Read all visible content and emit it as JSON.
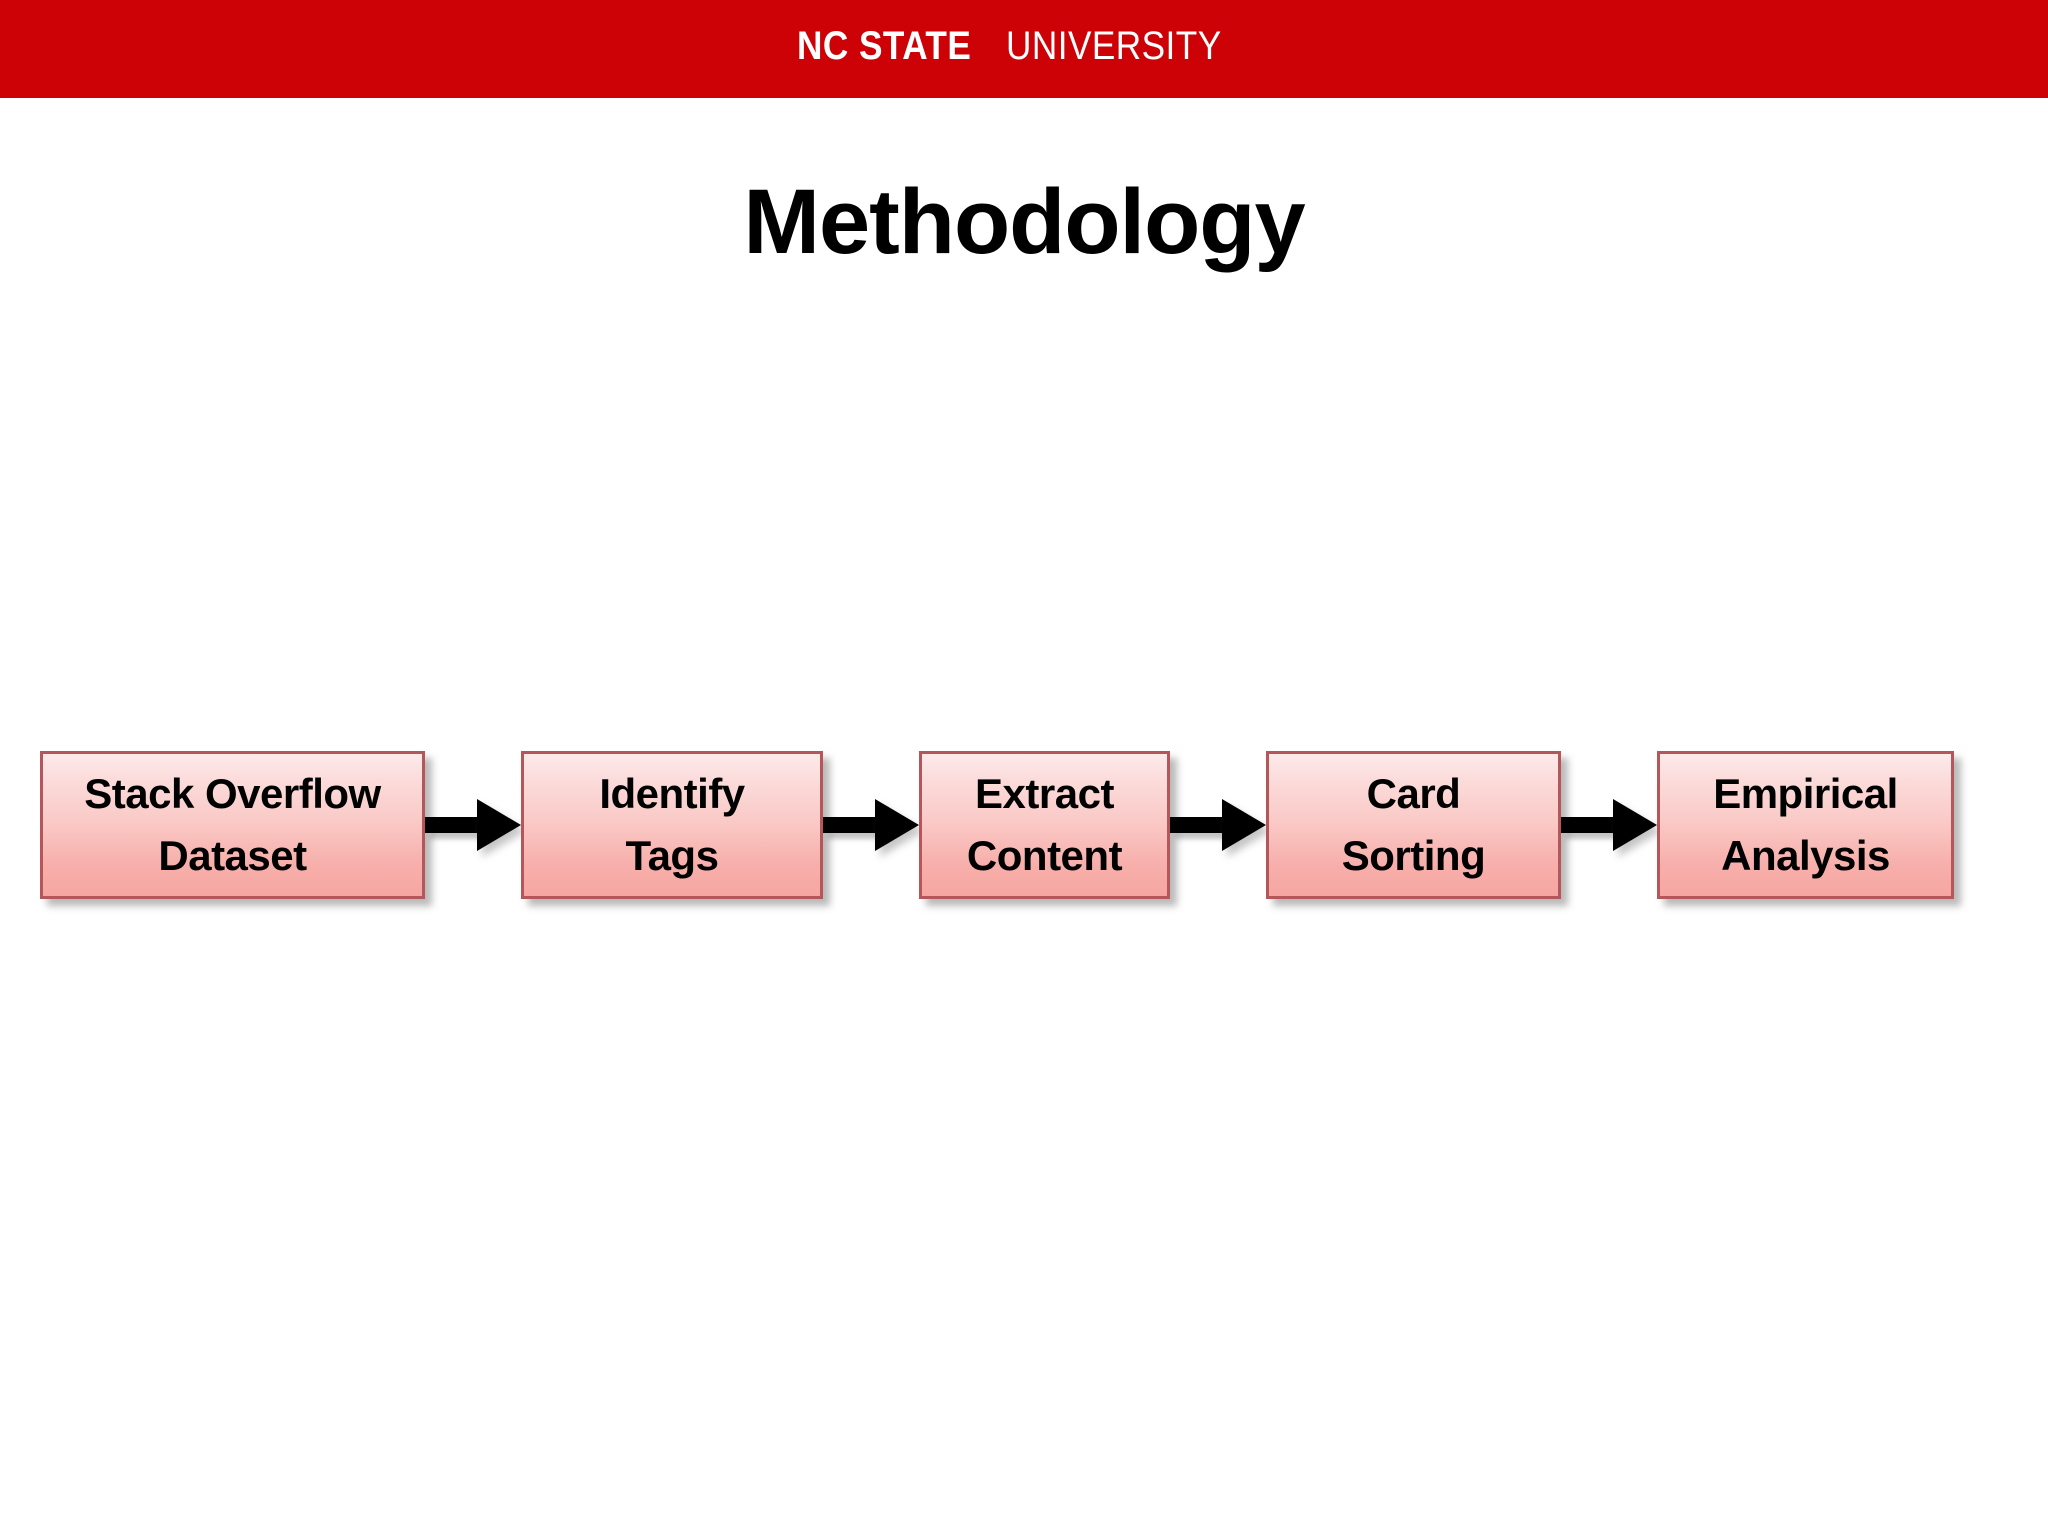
{
  "header": {
    "brand_primary": "NC STATE",
    "brand_secondary": "UNIVERSITY",
    "bar_color": "#CC0207",
    "text_color": "#FFFFFF"
  },
  "slide": {
    "title": "Methodology",
    "background_color": "#FFFFFF",
    "title_color": "#000000"
  },
  "flow": {
    "node_fill_top": "#FCEAEA",
    "node_fill_bottom": "#F6A6A2",
    "node_border_color": "#B4565A",
    "arrow_color": "#000000",
    "nodes": [
      {
        "line1": "Stack Overflow",
        "line2": "Dataset"
      },
      {
        "line1": "Identify",
        "line2": "Tags"
      },
      {
        "line1": "Extract",
        "line2": "Content"
      },
      {
        "line1": "Card",
        "line2": "Sorting"
      },
      {
        "line1": "Empirical",
        "line2": "Analysis"
      }
    ],
    "arrows": [
      {
        "from": "Stack Overflow Dataset",
        "to": "Identify Tags"
      },
      {
        "from": "Identify Tags",
        "to": "Extract Content"
      },
      {
        "from": "Extract Content",
        "to": "Card Sorting"
      },
      {
        "from": "Card Sorting",
        "to": "Empirical Analysis"
      }
    ]
  }
}
